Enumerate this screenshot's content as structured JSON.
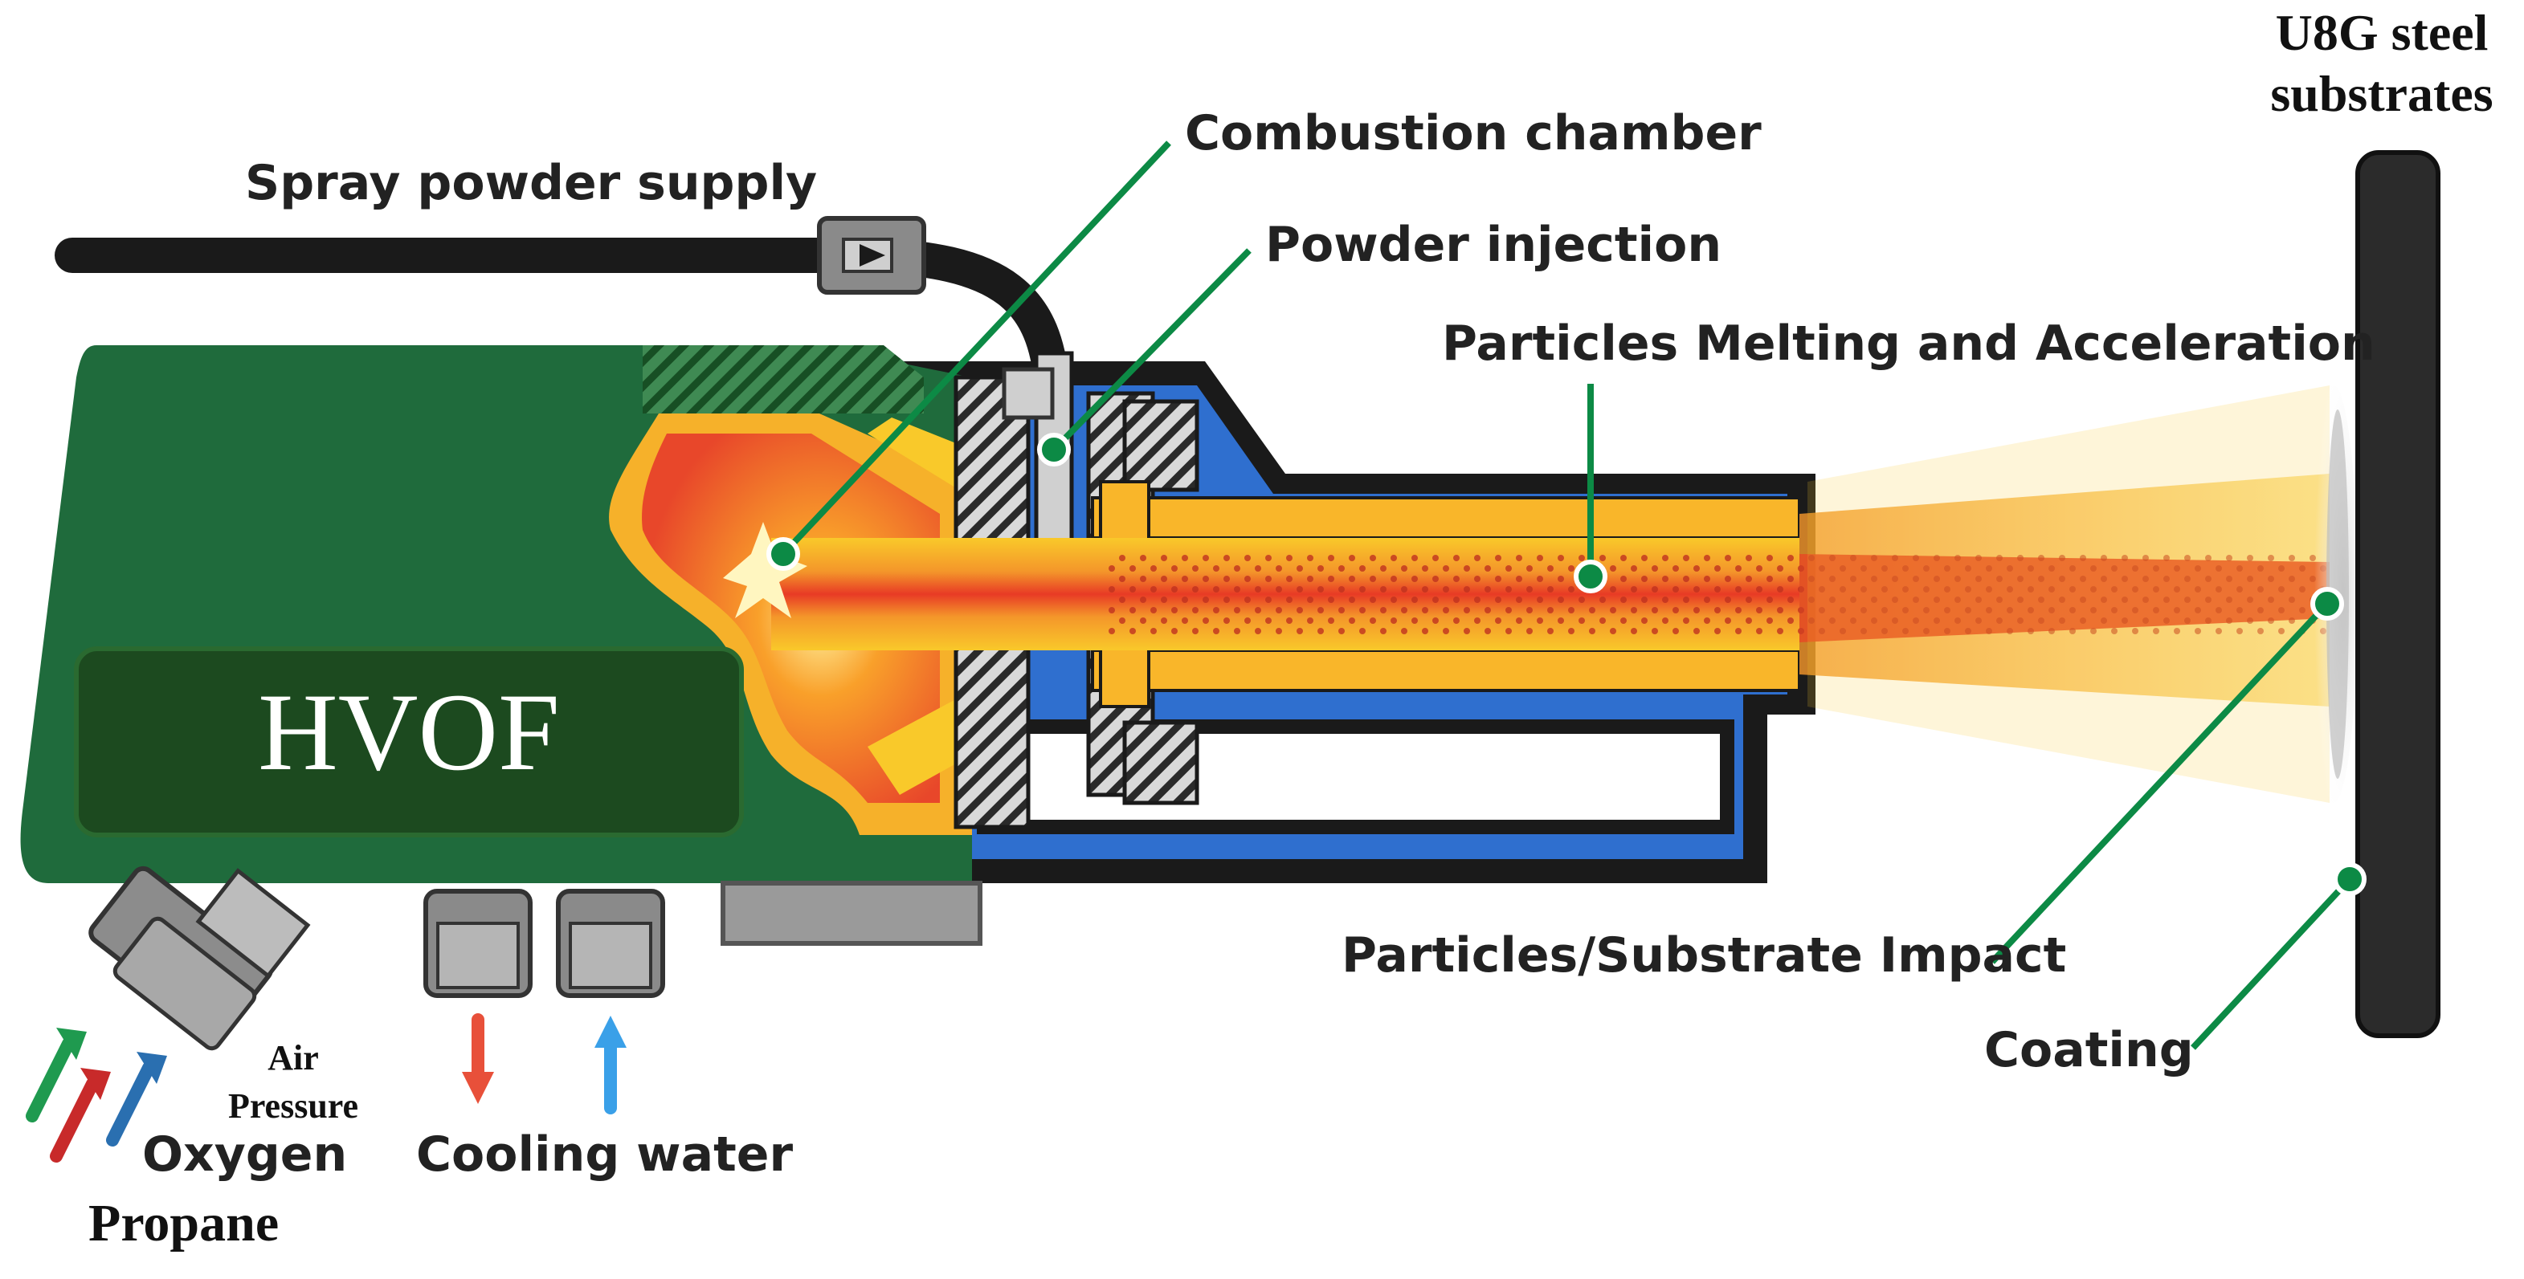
{
  "colors": {
    "gun_green": "#1f6b3c",
    "gun_dark_green": "#1c4a1f",
    "leader_green": "#0c8a45",
    "barrel_blue": "#2f6fcf",
    "barrel_black": "#1a1a1a",
    "jet_red": "#e83a25",
    "jet_orange": "#f4962a",
    "jet_yellow": "#f9c92a",
    "arrow_green": "#1f9a4f",
    "arrow_red": "#c82a2a",
    "arrow_blue": "#2a6fb0"
  },
  "icons": [
    "arrow-up-icon",
    "arrow-down-icon"
  ],
  "labels": {
    "spray_powder_supply": "Spray powder supply",
    "combustion_chamber": "Combustion chamber",
    "powder_injection": "Powder injection",
    "particles_melting": "Particles Melting and Acceleration",
    "substrate_line1": "U8G steel",
    "substrate_line2": "substrates",
    "particles_impact": "Particles/Substrate Impact",
    "coating": "Coating",
    "hvof": "HVOF",
    "air_line1": "Air",
    "air_line2": "Pressure",
    "oxygen": "Oxygen",
    "propane": "Propane",
    "cooling_water": "Cooling water"
  }
}
